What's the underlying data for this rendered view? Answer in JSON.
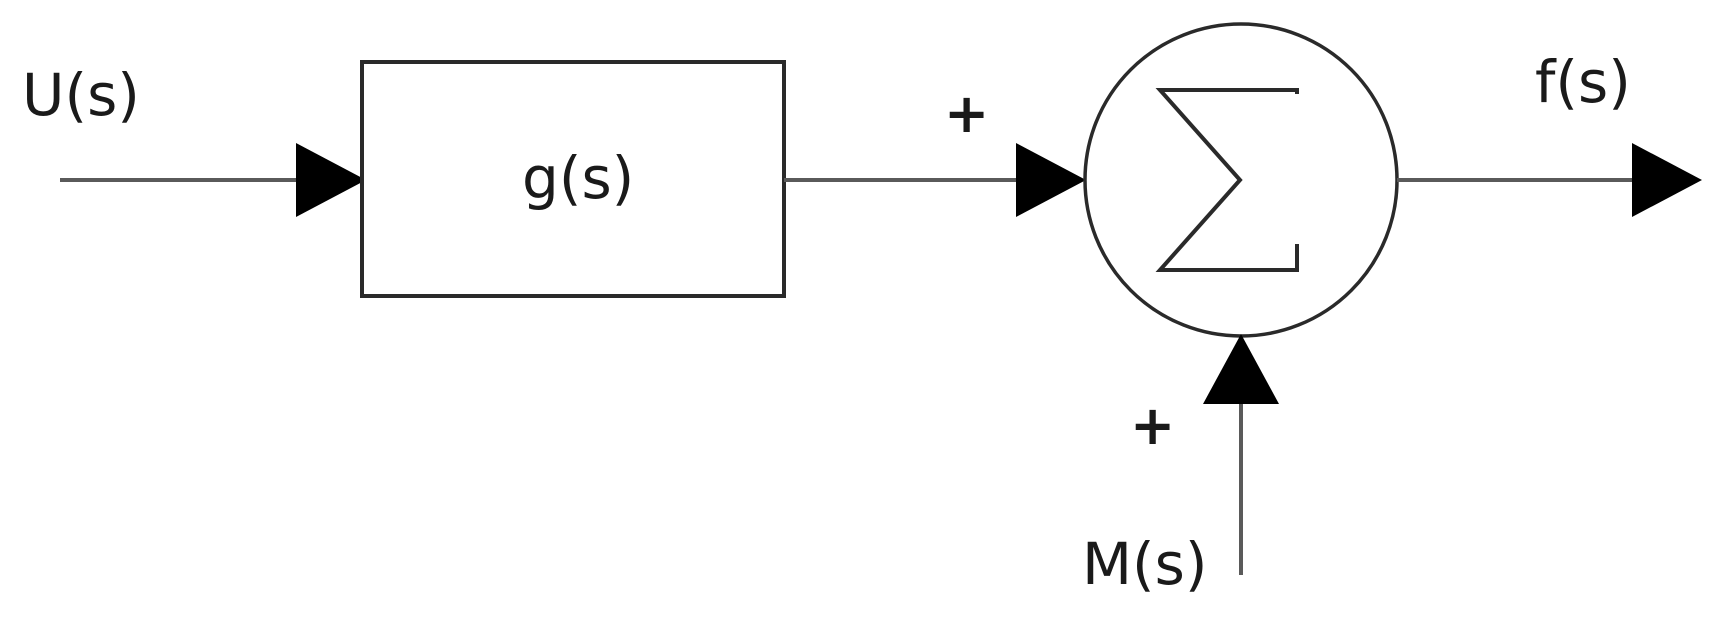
{
  "diagram": {
    "input_label": "U(s)",
    "block_label": "g(s)",
    "output_label": "f(s)",
    "disturbance_label": "M(s)",
    "sum_sign_left": "+",
    "sum_sign_bottom": "+",
    "summing_symbol": "sigma"
  }
}
